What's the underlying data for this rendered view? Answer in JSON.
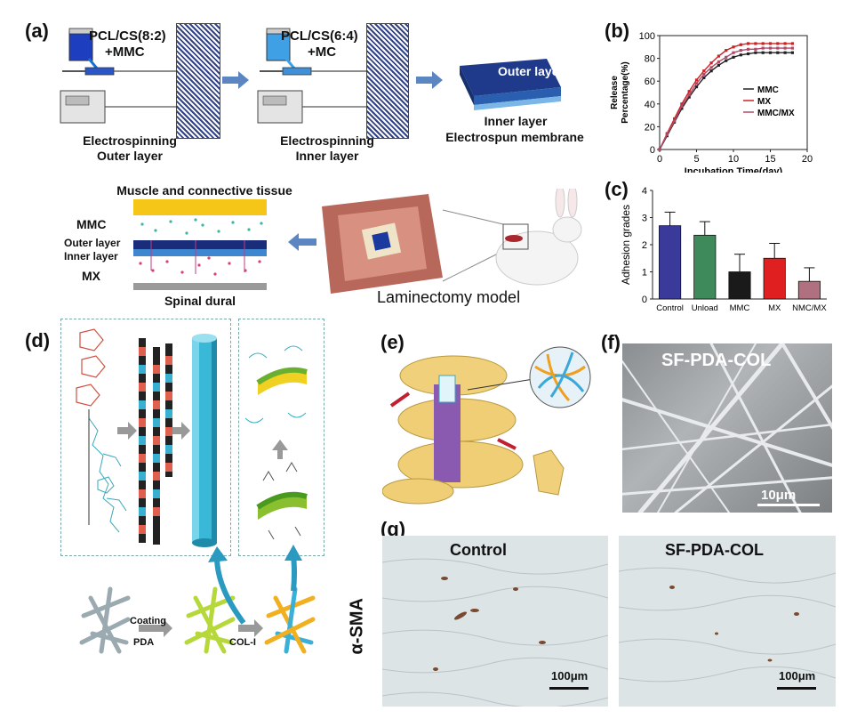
{
  "panels": {
    "a": {
      "label": "(a)",
      "syringe1": "PCL/CS(8:2)",
      "syringe1_drug": "+MMC",
      "syringe2": "PCL/CS(6:4)",
      "syringe2_drug": "+MC",
      "step1": [
        "Electrospinning",
        "Outer layer"
      ],
      "step2": [
        "Electrospinning",
        "Inner layer"
      ],
      "outer_layer": "Outer layer",
      "membrane": [
        "Inner layer",
        "Electrospun membrane"
      ],
      "muscle": "Muscle and connective tissue",
      "mmc": "MMC",
      "outer": "Outer layer",
      "inner": "Inner layer",
      "mx": "MX",
      "dural": "Spinal dural",
      "model": "Laminectomy model"
    },
    "b": {
      "label": "(b)"
    },
    "c": {
      "label": "(c)"
    },
    "d": {
      "label": "(d)",
      "coating": "Coating",
      "pda": "PDA",
      "col": "COL-I"
    },
    "e": {
      "label": "(e)"
    },
    "f": {
      "label": "(f)",
      "title": "SF-PDA-COL",
      "scale": "10μm"
    },
    "g": {
      "label": "(g)",
      "stain": "α-SMA",
      "left": "Control",
      "right": "SF-PDA-COL",
      "scale_left": "100μm",
      "scale_right": "100μm"
    }
  },
  "chart_data": [
    {
      "type": "line",
      "xlabel": "Incubation Time(day)",
      "ylabel": "Release Percentage(%)",
      "xlim": [
        0,
        20
      ],
      "ylim": [
        0,
        100
      ],
      "xticks": [
        0,
        5,
        10,
        15,
        20
      ],
      "yticks": [
        0,
        20,
        40,
        60,
        80,
        100
      ],
      "x": [
        0,
        1,
        2,
        3,
        4,
        5,
        6,
        7,
        8,
        9,
        10,
        11,
        12,
        13,
        14,
        15,
        16,
        17,
        18
      ],
      "series": [
        {
          "name": "MMC",
          "color": "#222222",
          "values": [
            0,
            12,
            24,
            36,
            46,
            55,
            63,
            69,
            74,
            78,
            81,
            83,
            84,
            85,
            85,
            85,
            85,
            85,
            85
          ]
        },
        {
          "name": "MX",
          "color": "#cc2222",
          "values": [
            0,
            14,
            27,
            40,
            51,
            61,
            69,
            76,
            82,
            87,
            90,
            92,
            93,
            93,
            93,
            93,
            93,
            93,
            93
          ]
        },
        {
          "name": "MMC/MX",
          "color": "#b04a6a",
          "values": [
            0,
            13,
            25,
            38,
            48,
            58,
            66,
            72,
            77,
            81,
            85,
            87,
            88,
            88,
            89,
            89,
            89,
            89,
            89
          ]
        }
      ],
      "legend": "right"
    },
    {
      "type": "bar",
      "ylabel": "Adhesion grades",
      "ylim": [
        0,
        4
      ],
      "yticks": [
        0,
        1,
        2,
        3,
        4
      ],
      "categories": [
        "Control",
        "Unload",
        "MMC",
        "MX",
        "NMC/MX"
      ],
      "values": [
        2.7,
        2.35,
        1.0,
        1.5,
        0.65
      ],
      "errors": [
        0.5,
        0.5,
        0.65,
        0.55,
        0.5
      ],
      "colors": [
        "#3a3a9a",
        "#3f8a5a",
        "#1a1a1a",
        "#e02020",
        "#b07080"
      ]
    }
  ]
}
